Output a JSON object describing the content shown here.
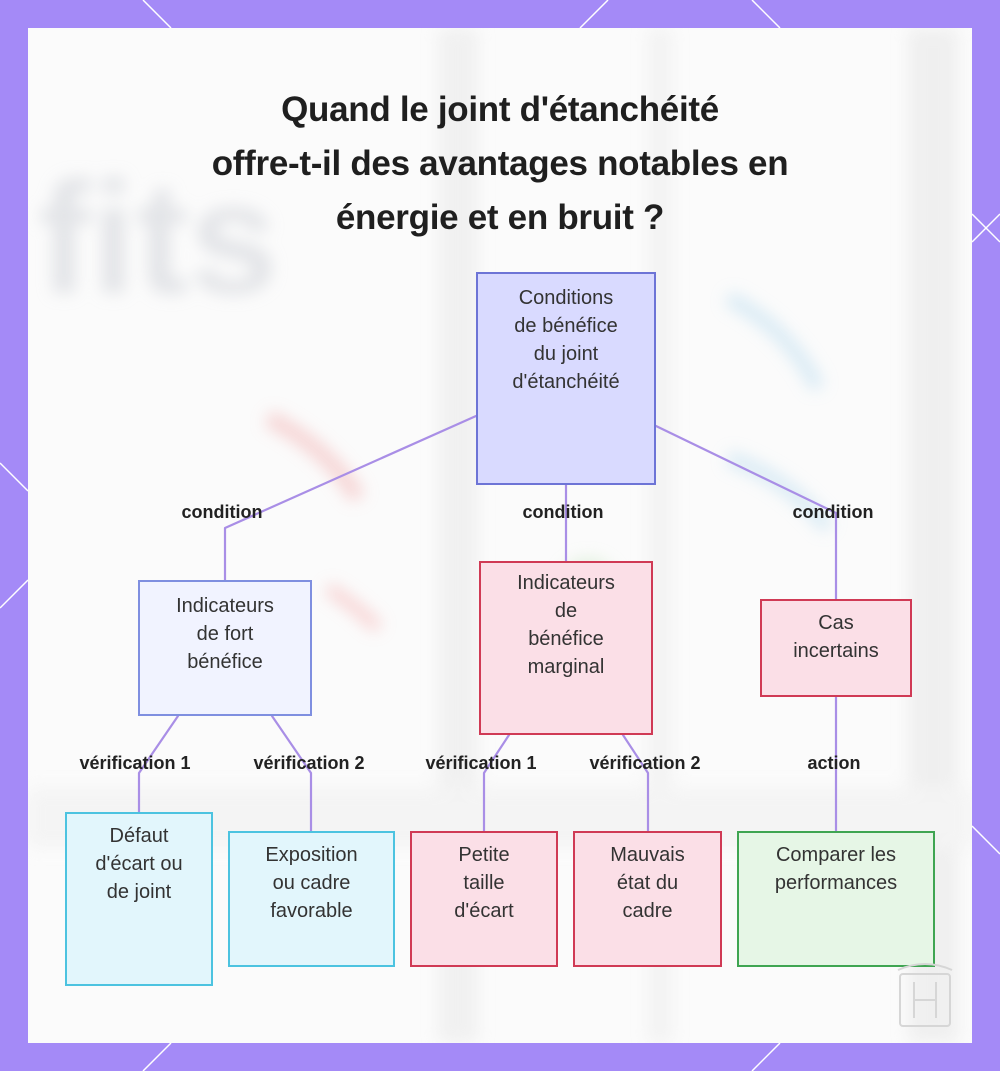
{
  "title_lines": [
    "Quand le joint d'étanchéité",
    "offre-t-il des avantages notables en",
    "énergie et en bruit ?"
  ],
  "nodes": {
    "root": [
      "Conditions",
      "de bénéfice",
      "du joint",
      "d'étanchéité"
    ],
    "strong": [
      "Indicateurs",
      "de fort",
      "bénéfice"
    ],
    "marginal": [
      "Indicateurs",
      "de",
      "bénéfice",
      "marginal"
    ],
    "uncertain": [
      "Cas",
      "incertains"
    ],
    "defect": [
      "Défaut",
      "d'écart ou",
      "de joint"
    ],
    "exposure": [
      "Exposition",
      "ou cadre",
      "favorable"
    ],
    "small_gap": [
      "Petite",
      "taille",
      "d'écart"
    ],
    "bad_frame": [
      "Mauvais",
      "état du",
      "cadre"
    ],
    "compare": [
      "Comparer les",
      "performances"
    ]
  },
  "edge_labels": {
    "condition_left": "condition",
    "condition_mid": "condition",
    "condition_right": "condition",
    "verification_1_left": "vérification 1",
    "verification_2_left": "vérification 2",
    "verification_1_mid": "vérification 1",
    "verification_2_mid": "vérification 2",
    "action": "action"
  },
  "background_text": "fits",
  "colors": {
    "frame": "#a48af7",
    "connector": "#a98ee6",
    "blue_border": "#6d74d6",
    "red_border": "#d03a55",
    "cyan_border": "#4cc3e0",
    "green_border": "#3fa552"
  }
}
